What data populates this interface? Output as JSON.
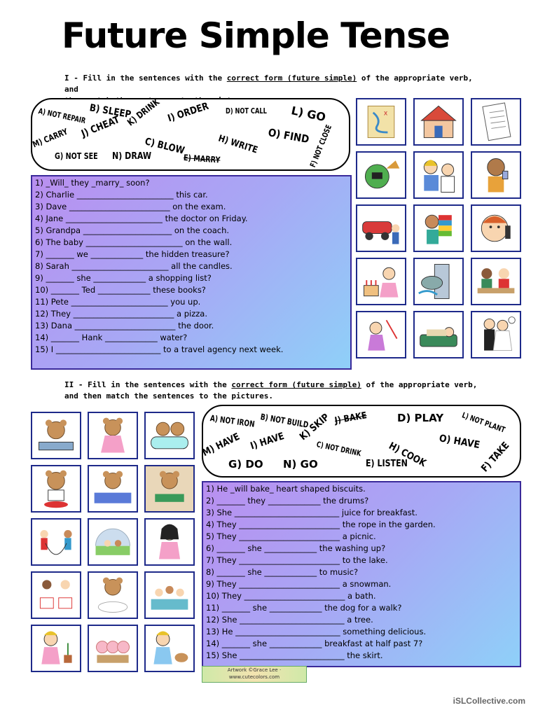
{
  "title": "Future Simple Tense",
  "part1": {
    "instr_prefix": "I - Fill in the sentences with the ",
    "instr_underline": "correct form (future simple)",
    "instr_suffix": " of the appropriate verb, and",
    "instr_line2": "then match the sentences to the pictures.",
    "verbs": [
      "A) NOT REPAIR",
      "B) SLEEP",
      "K) DRINK",
      "I) ORDER",
      "D) NOT CALL",
      "L) GO",
      "M) CARRY",
      "J) CHEAT",
      "C) BLOW",
      "H) WRITE",
      "O) FIND",
      "G) NOT SEE",
      "N) DRAW",
      "E) MARRY",
      "F) NOT CLOSE"
    ],
    "sentences": [
      "1) _Will_ they _marry_ soon?",
      "2) Charlie ________________________ this car.",
      "3) Dave _________________________ on the exam.",
      "4) Jane ________________________ the doctor on Friday.",
      "5) Grandpa ______________________ on the coach.",
      "6) The baby ________________________ on the wall.",
      "7) _______ we _____________ the hidden treasure?",
      "8) Sarah ________________________ all the candles.",
      "9) _______ she _____________ a shopping list?",
      "10) _______ Ted _____________ these books?",
      "11) Pete ________________________ you up.",
      "12) They _________________________ a pizza.",
      "13) Dana _________________________ the door.",
      "14) _______ Hank _____________ water?",
      "15) I __________________________ to a travel agency next week."
    ],
    "pictures": [
      "treasure-map",
      "house",
      "shopping-list",
      "phone-booking",
      "doctor-visit",
      "drinking-man",
      "car-repair",
      "boy-books",
      "boy-phone",
      "blowing-candles",
      "fish-closing",
      "restaurant-pizza",
      "girl-drawing",
      "sleeping-grandpa",
      "wedding-couple"
    ]
  },
  "part2": {
    "instr_prefix": "II - Fill in the sentences with the ",
    "instr_underline": "correct form (future simple)",
    "instr_suffix": " of the appropriate verb,",
    "instr_line2": "and then match the sentences to the pictures.",
    "verbs": [
      "A) NOT IRON",
      "B) NOT BUILD",
      "K) SKIP",
      "J) BAKE",
      "D) PLAY",
      "L) NOT PLANT",
      "M) HAVE",
      "I) HAVE",
      "C) NOT DRINK",
      "H) COOK",
      "O) HAVE",
      "F) TAKE",
      "G) DO",
      "N) GO",
      "E) LISTEN"
    ],
    "sentences": [
      "1) He _will bake_ heart shaped biscuits.",
      "2) _______ they _____________ the drums?",
      "3) She __________________________ juice for breakfast.",
      "4) They _________________________ the rope in the garden.",
      "5) They _________________________ a picnic.",
      "6) _______ she _____________ the washing up?",
      "7) They _________________________ to the lake.",
      "8) _______ she _____________ to music?",
      "9) They _________________________ a snowman.",
      "10) They _________________________ a bath.",
      "11) _______ she _____________ the dog for a walk?",
      "12) She __________________________ a tree.",
      "13) He __________________________ something delicious.",
      "14) _______ she _____________ breakfast at half past 7?",
      "15) She __________________________ the skirt."
    ],
    "pictures": [
      "bear-washing-up",
      "bear-ironing",
      "bears-bath",
      "bear-cooking",
      "bear-breakfast",
      "bear-baking",
      "kids-skipping",
      "kids-picnic",
      "girl-music",
      "kids-drums",
      "bear-snowman",
      "kids-lake",
      "girl-planting",
      "pigs-building",
      "girl-dog-walk"
    ]
  },
  "credit": "Artwork ©Grace Lee · www.cutecolors.com",
  "footer": "iSLCollective.com",
  "colors": {
    "box_start": "#b98ff0",
    "box_end": "#8fd0f8",
    "border": "#3a2a9a",
    "picture_border": "#1e2a8a"
  }
}
